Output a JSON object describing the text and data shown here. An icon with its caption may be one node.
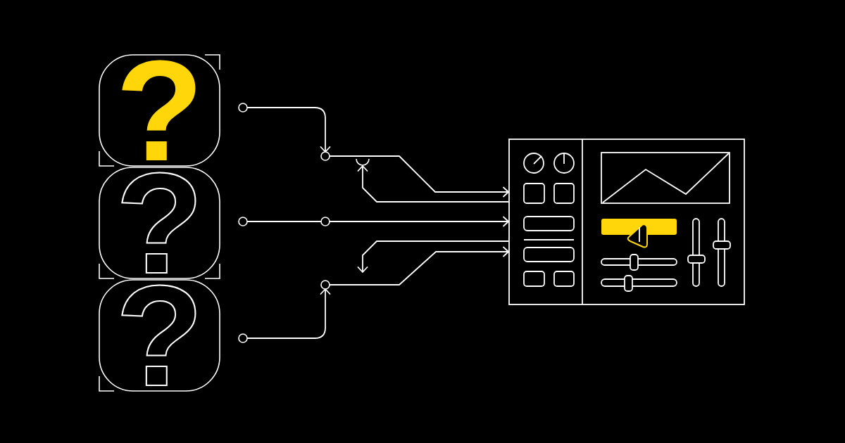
{
  "diagram": {
    "nodes": [
      {
        "text": [
          "?"
        ]
      },
      {
        "text": [
          "?"
        ]
      },
      {
        "text": [
          "?"
        ]
      },
      {
        "text": [],
        "shape": "circle"
      },
      {
        "text": [],
        "shape": "circle"
      },
      {
        "text": [],
        "shape": "arc"
      },
      {
        "text": [],
        "shape": "circle"
      },
      {
        "text": [],
        "shape": "circle"
      },
      {
        "text": [],
        "shape": "circle"
      },
      {
        "text": [],
        "shape": "circle"
      },
      {
        "text": [],
        "shape": "picture"
      }
    ],
    "edges": [
      {
        "from": 3,
        "to": 4,
        "arrow": "to"
      },
      {
        "from": 4,
        "to": 10,
        "arrow": "to"
      },
      {
        "from": 10,
        "to": 5,
        "arrow": "to"
      },
      {
        "from": 6,
        "to": 7,
        "arrow": "none"
      },
      {
        "from": 7,
        "to": 10,
        "arrow": "to"
      },
      {
        "from": 10,
        "to": null,
        "arrow": "to"
      },
      {
        "from": 8,
        "to": 10,
        "arrow": "to"
      },
      {
        "from": 9,
        "to": 8,
        "arrow": "to"
      }
    ]
  }
}
